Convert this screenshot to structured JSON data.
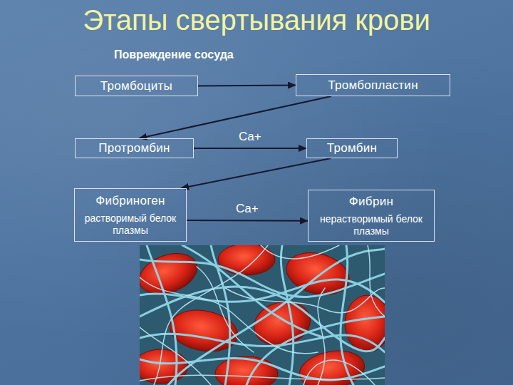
{
  "diagram": {
    "title": "Этапы свертывания крови",
    "nodes": [
      {
        "text": [
          "Тромбоциты"
        ]
      },
      {
        "text": [
          "Тромбопластин"
        ]
      },
      {
        "text": [
          "Протромбин"
        ]
      },
      {
        "text": [
          "Тромбин"
        ]
      },
      {
        "text": [
          "Фибриноген",
          "растворимый белок плазмы"
        ]
      },
      {
        "text": [
          "Фибрин",
          "нерастворимый белок плазмы"
        ]
      }
    ],
    "edges": [
      {
        "from": 0,
        "to": 1,
        "arrow": "to"
      },
      {
        "from": 1,
        "to": 2,
        "arrow": "to"
      },
      {
        "from": 2,
        "to": 3,
        "label": "Ca+",
        "arrow": "to"
      },
      {
        "from": 3,
        "to": 4,
        "arrow": "to"
      },
      {
        "from": 4,
        "to": 5,
        "label": "Ca+",
        "arrow": "to"
      }
    ],
    "labels": [
      "Повреждение сосуда"
    ]
  }
}
